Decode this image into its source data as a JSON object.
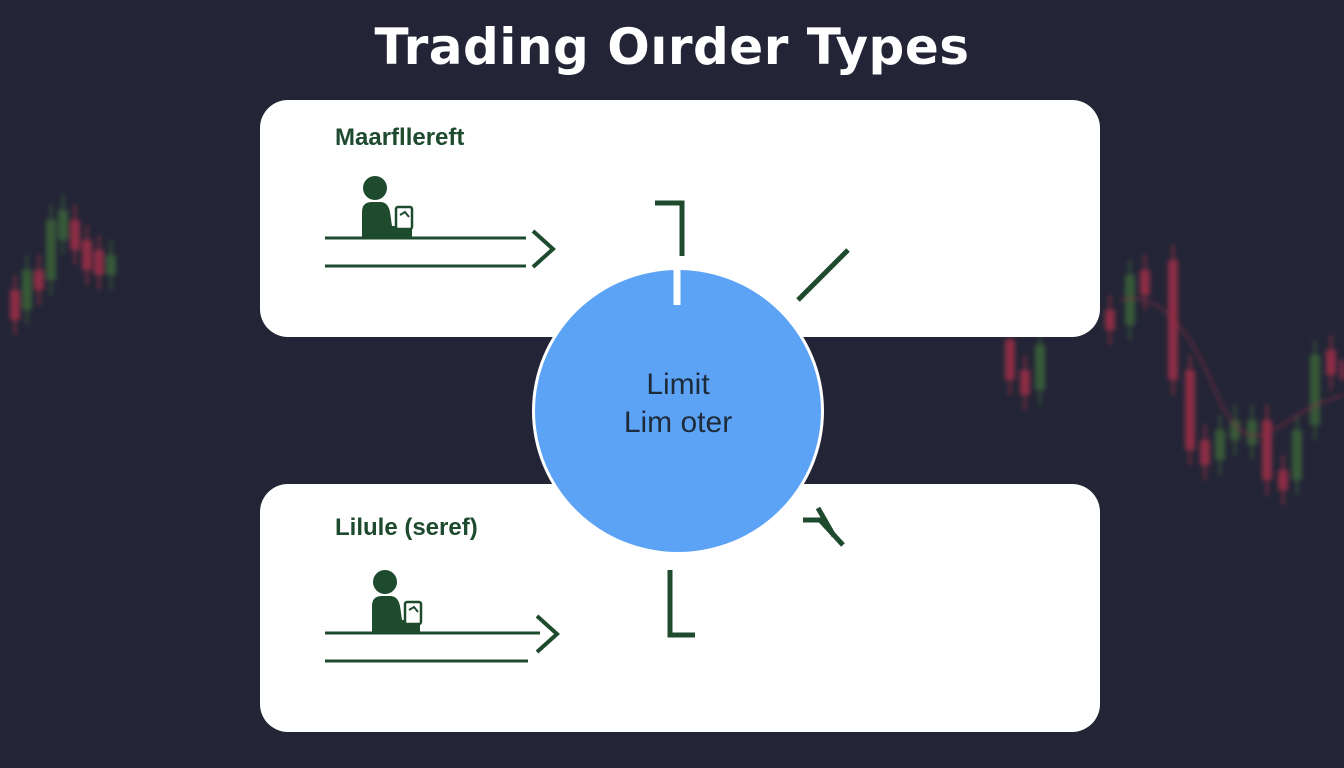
{
  "title": "Trading Oırder Types",
  "top_card": {
    "label": "Maarfllereft",
    "icon": "trader-at-tablet-icon"
  },
  "bottom_card": {
    "label": "Lilule (seref)",
    "icon": "trader-at-tablet-icon"
  },
  "center_circle": {
    "line1": "Limit",
    "line2": "Lim oter"
  },
  "colors": {
    "background": "#232536",
    "card": "#ffffff",
    "accent_green": "#1e4a2e",
    "circle_blue": "#5da3f5",
    "candle_up": "#3f6b3a",
    "candle_down": "#b0304a"
  }
}
